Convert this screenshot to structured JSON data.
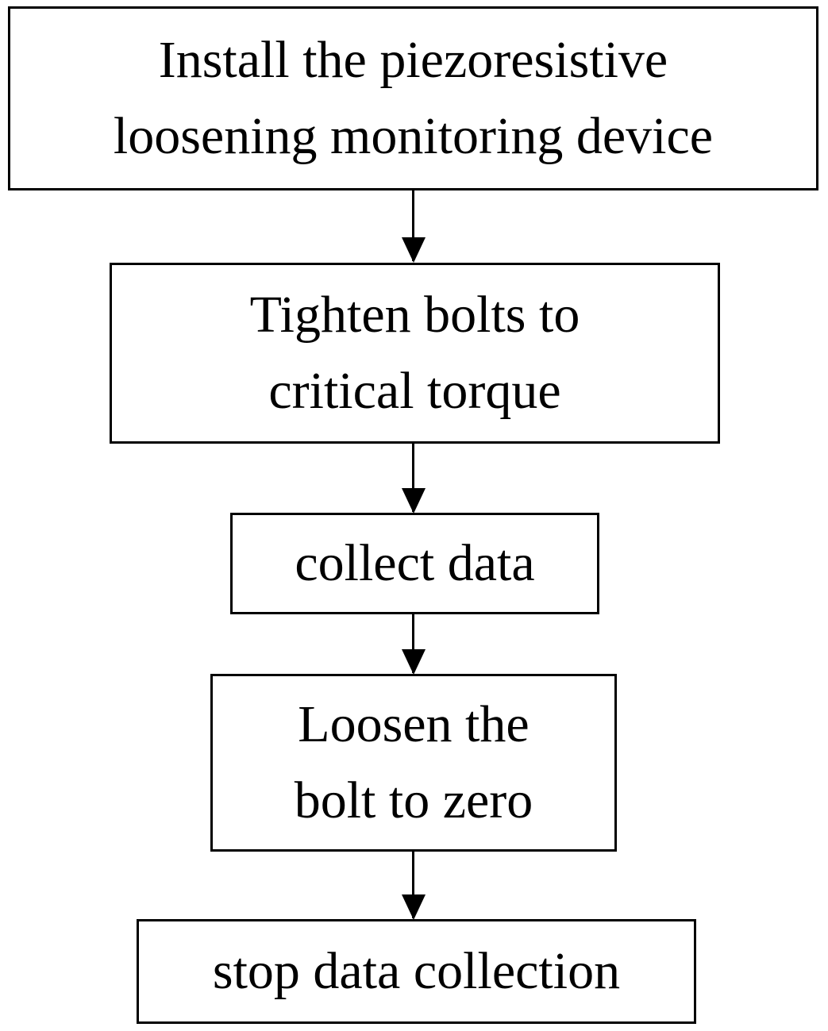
{
  "diagram": {
    "type": "flowchart",
    "direction": "top-down",
    "background_color": "#ffffff",
    "node_border_color": "#000000",
    "node_fill_color": "#ffffff",
    "text_color": "#000000",
    "arrow_color": "#000000",
    "nodes": [
      {
        "id": "install-device",
        "label": "Install the piezoresistive\nloosening monitoring device"
      },
      {
        "id": "tighten-bolts",
        "label": "Tighten bolts to\ncritical torque"
      },
      {
        "id": "collect-data",
        "label": "collect data"
      },
      {
        "id": "loosen-bolt",
        "label": "Loosen the\nbolt to zero"
      },
      {
        "id": "stop-collection",
        "label": "stop data collection"
      }
    ],
    "edges": [
      {
        "from": "install-device",
        "to": "tighten-bolts"
      },
      {
        "from": "tighten-bolts",
        "to": "collect-data"
      },
      {
        "from": "collect-data",
        "to": "loosen-bolt"
      },
      {
        "from": "loosen-bolt",
        "to": "stop-collection"
      }
    ]
  }
}
